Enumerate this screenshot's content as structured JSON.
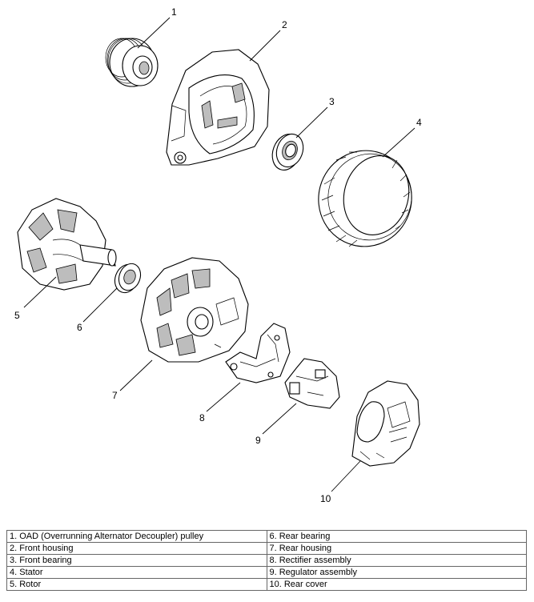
{
  "callouts": [
    "1",
    "2",
    "3",
    "4",
    "5",
    "6",
    "7",
    "8",
    "9",
    "10"
  ],
  "legend": {
    "left": [
      "1. OAD (Overrunning Alternator Decoupler) pulley",
      "2. Front housing",
      "3. Front bearing",
      "4. Stator",
      "5. Rotor"
    ],
    "right": [
      "6. Rear bearing",
      "7. Rear housing",
      "8. Rectifier assembly",
      "9. Regulator assembly",
      "10. Rear cover"
    ]
  }
}
